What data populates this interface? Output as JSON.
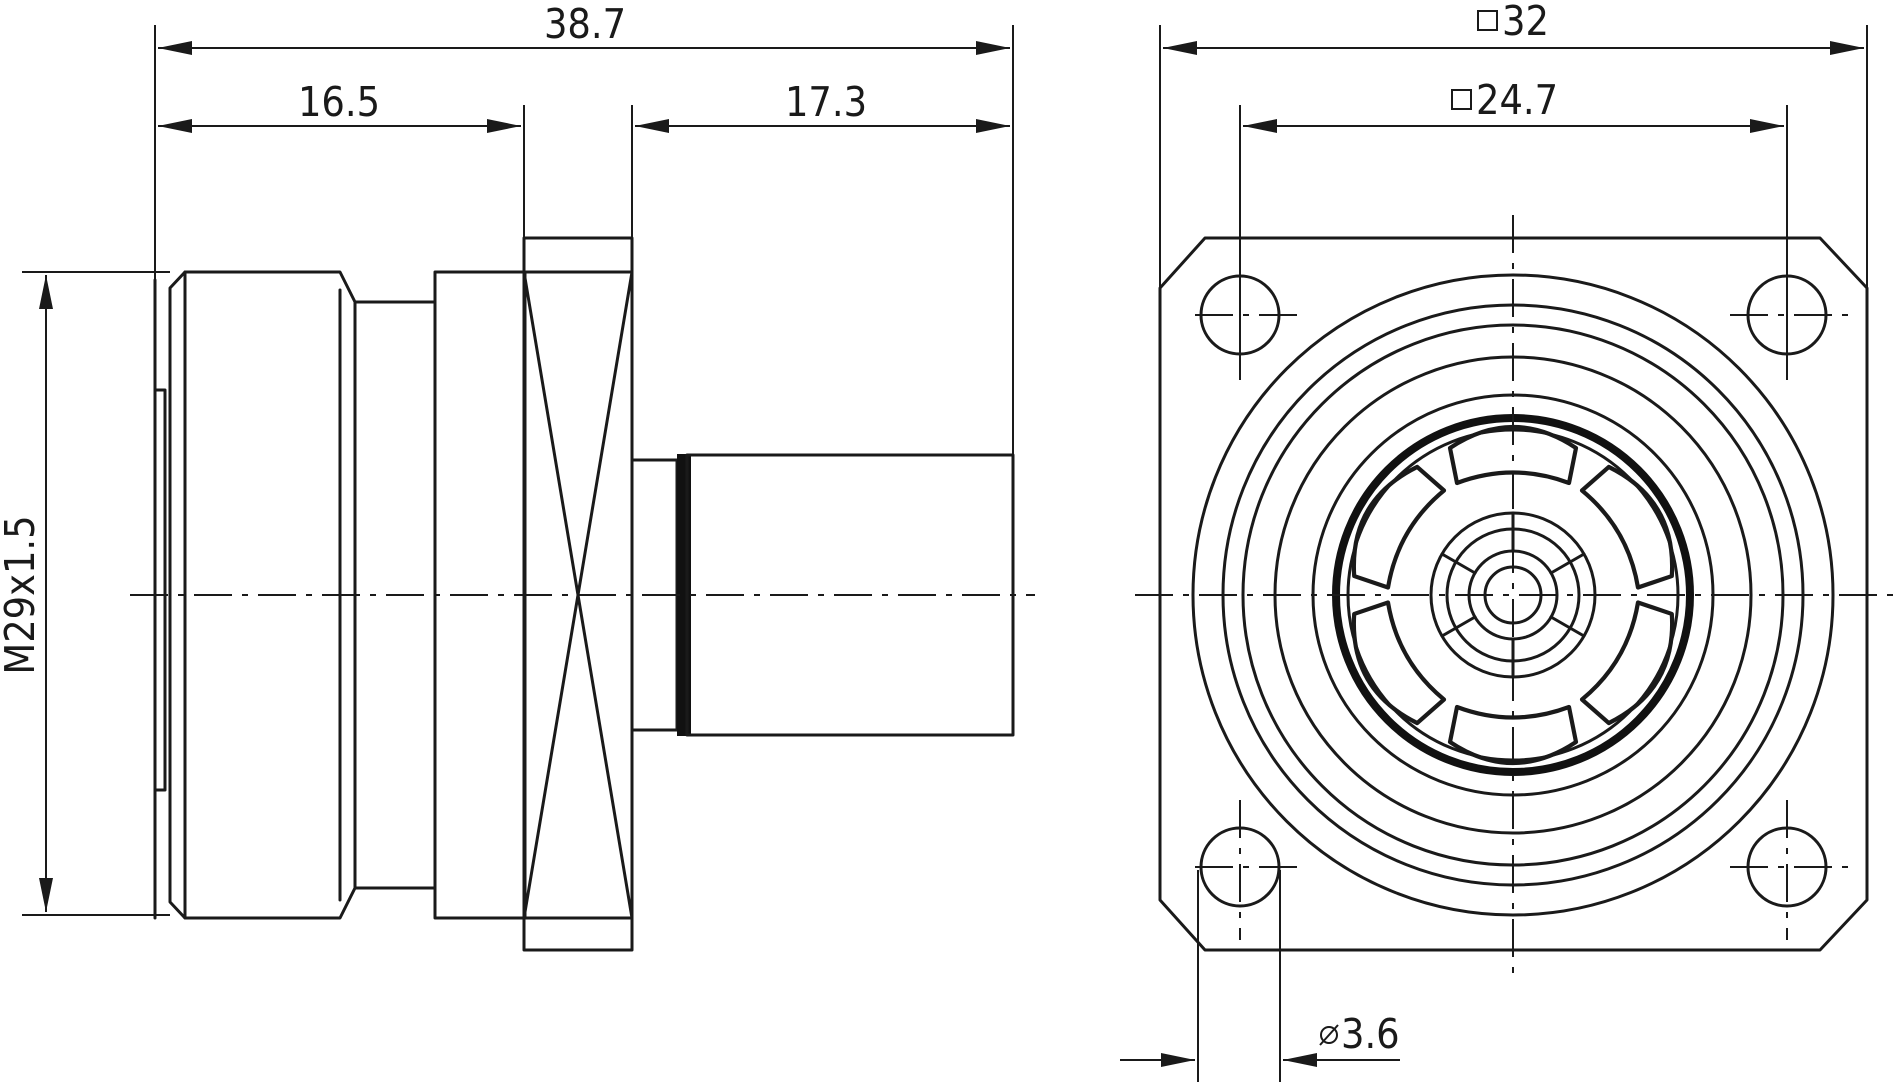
{
  "side_view": {
    "overall_length": "38.7",
    "front_length": "16.5",
    "rear_length": "17.3",
    "thread": "M29x1.5"
  },
  "front_view": {
    "flange_square": "32",
    "hole_spacing_square": "24.7",
    "hole_diameter": "3.6"
  },
  "symbols": {
    "square": "square-symbol-icon",
    "diameter": "diameter-symbol-icon"
  }
}
